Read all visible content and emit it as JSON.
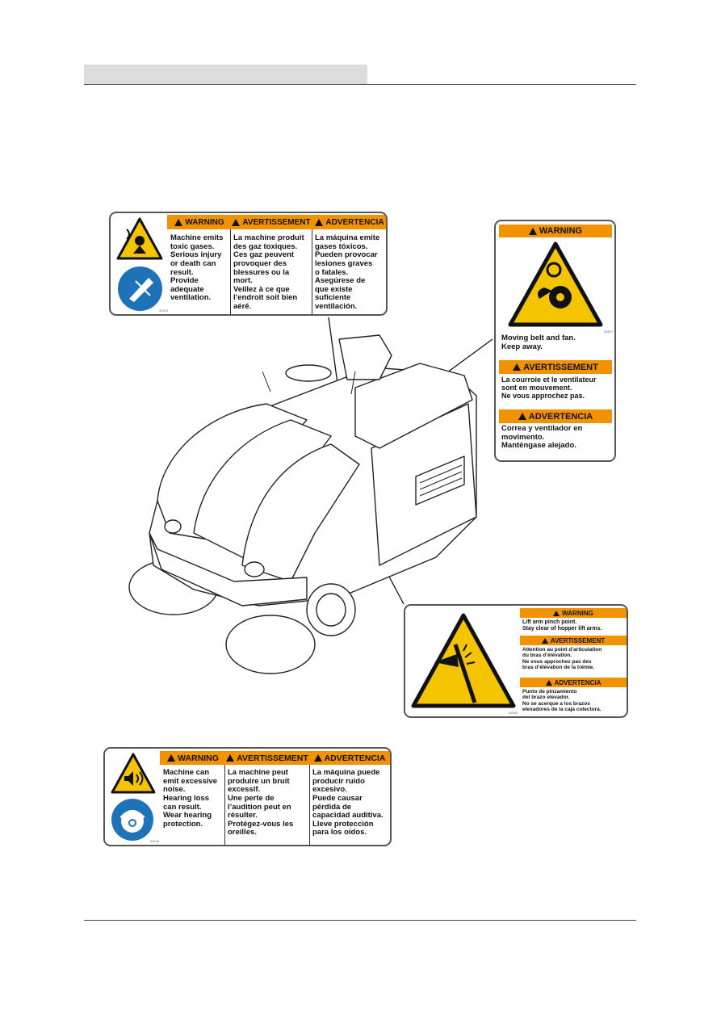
{
  "decals": {
    "exhaust": {
      "warning": "WARNING",
      "avertissement": "AVERTISSEMENT",
      "advertencia": "ADVERTENCIA",
      "en": "Machine emits\ntoxic gases.\nSerious injury\nor death can\nresult.\nProvide\nadequate\nventilation.",
      "fr": "La machine produit\ndes gaz toxiques.\nCes gaz peuvent\nprovoquer des\nblessures ou la\nmort.\nVeillez à ce que\nl’endroit soit bien\naéré.",
      "es": "La máquina emite\ngases tóxicos.\nPueden provocar\nlesiones graves\no fatales.\nAsegúrese de\nque existe\nsuficiente\nventilación."
    },
    "belt_fan": {
      "warning": "WARNING",
      "en": "Moving belt and fan.\nKeep away.",
      "avertissement": "AVERTISSEMENT",
      "fr": "La courroie et le ventilateur\nsont en mouvement.\nNe vous approchez pas.",
      "advertencia": "ADVERTENCIA",
      "es": "Correa y ventilador en\nmovimento.\nManténgase alejado."
    },
    "lift_arm": {
      "warning": "WARNING",
      "en": "Lift arm pinch point.\nStay clear of hopper lift arms.",
      "avertissement": "AVERTISSEMENT",
      "fr": "Attention au point d’articulation\ndu bras d’élévation.\nNe vous approchez pas des\nbras d’élévation de la trémie.",
      "advertencia": "ADVERTENCIA",
      "es": "Punto de pinzamiento\ndel brazo elevador.\nNo se acerque a los brazos\nelevadores de la caja colectora."
    },
    "noise": {
      "warning": "WARNING",
      "avertissement": "AVERTISSEMENT",
      "advertencia": "ADVERTENCIA",
      "en": "Machine can\nemit excessive\nnoise.\nHearing loss\ncan result.\nWear hearing\nprotection.",
      "fr": "La machine peut\nproduire un bruit\nexcessif.\nUne perte de\nl’audition peut en\nrésulter.\nProtégez-vous les\noreilles.",
      "es": "La máquina puede\nproducir ruido\nexcesivo.\nPuede causar\npérdida de\ncapacidad auditiva.\nLleve protección\npara los oídos."
    }
  },
  "colors": {
    "warning_orange": "#f39200",
    "symbol_yellow": "#f5c400",
    "mandatory_blue": "#1e73b8"
  }
}
